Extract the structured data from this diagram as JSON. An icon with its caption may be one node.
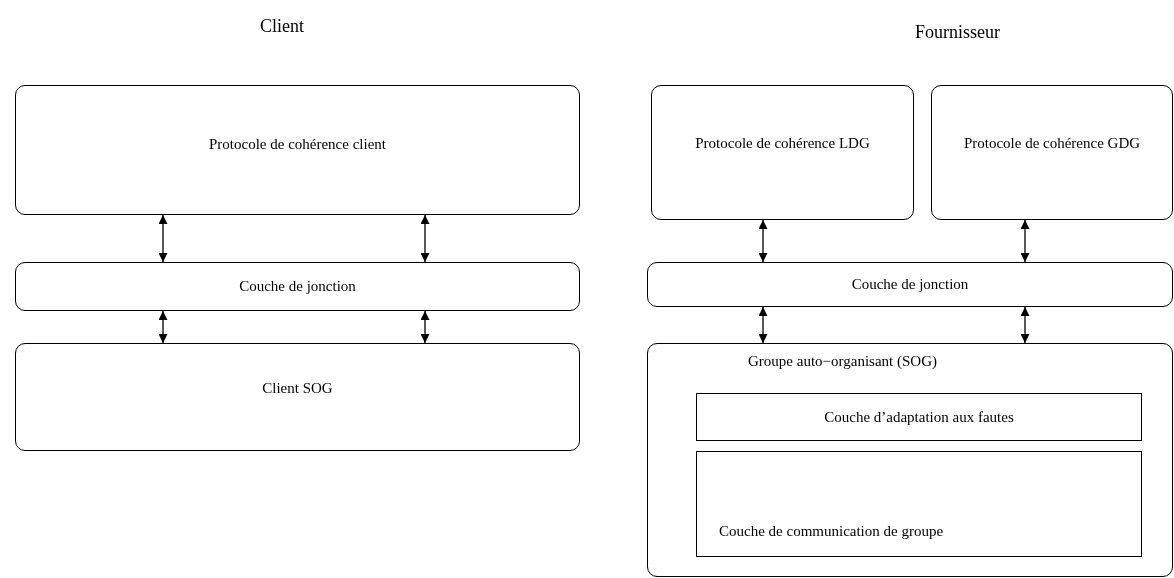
{
  "diagram": {
    "nodes": [
      {
        "text": [
          "Protocole de cohérence client"
        ]
      },
      {
        "text": [
          "Couche de jonction"
        ]
      },
      {
        "text": [
          "Client SOG"
        ]
      },
      {
        "text": [
          "Protocole de cohérence LDG"
        ]
      },
      {
        "text": [
          "Protocole de cohérence GDG"
        ]
      },
      {
        "text": [
          "Couche de jonction"
        ]
      },
      {
        "text": [
          "Groupe auto−organisant (SOG)"
        ]
      },
      {
        "text": [
          "Couche d’adaptation aux fautes"
        ],
        "in": 6
      },
      {
        "text": [
          "Couche de communication de groupe"
        ],
        "in": 6
      }
    ],
    "edges": [
      {
        "from": 0,
        "to": 1,
        "arrow": "both"
      },
      {
        "from": 0,
        "to": 1,
        "arrow": "both"
      },
      {
        "from": 1,
        "to": 2,
        "arrow": "both"
      },
      {
        "from": 1,
        "to": 2,
        "arrow": "both"
      },
      {
        "from": 3,
        "to": 5,
        "arrow": "both"
      },
      {
        "from": 4,
        "to": 5,
        "arrow": "both"
      },
      {
        "from": 5,
        "to": 6,
        "arrow": "both"
      },
      {
        "from": 5,
        "to": 6,
        "arrow": "both"
      }
    ],
    "labels": [
      "Client",
      "Fournisseur"
    ]
  }
}
